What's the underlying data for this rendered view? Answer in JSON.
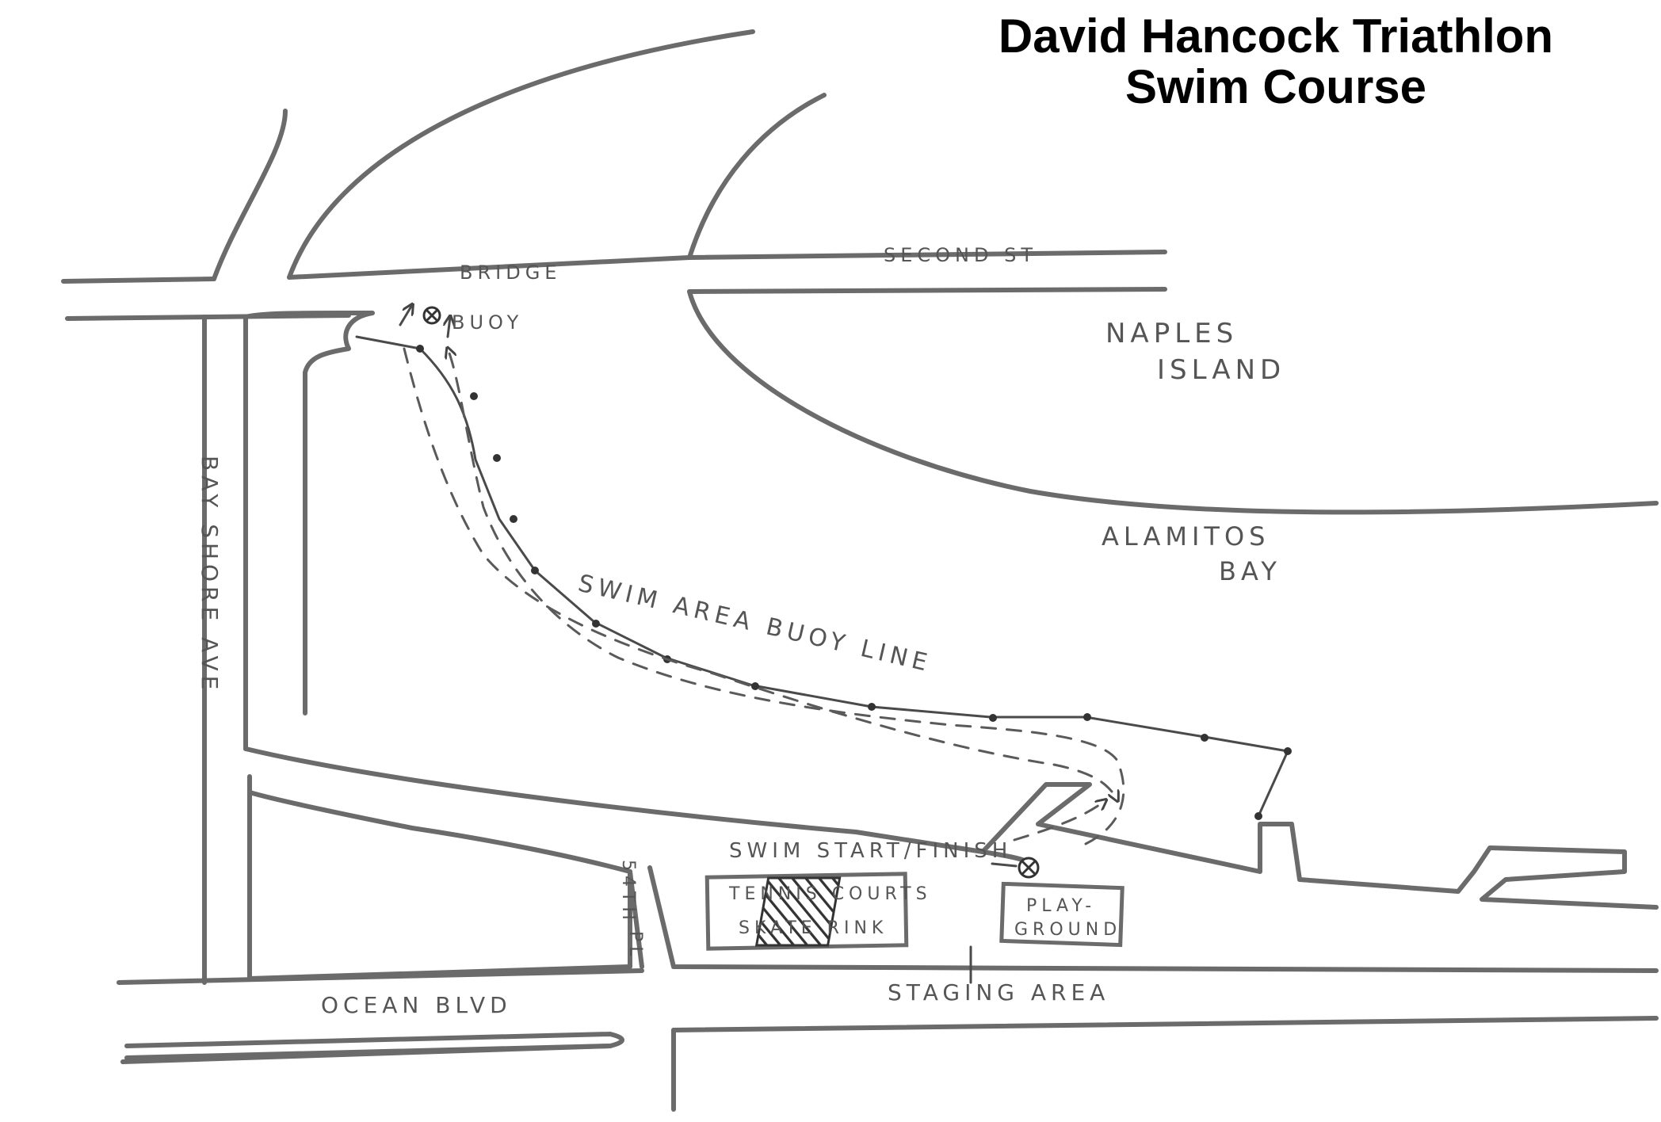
{
  "title": {
    "line1": "David Hancock Triathlon",
    "line2": "Swim Course"
  },
  "labels": {
    "bridge": "BRIDGE",
    "second_st": "SECOND ST",
    "buoy": "BUOY",
    "naples_1": "NAPLES",
    "naples_2": "ISLAND",
    "alamitos_1": "ALAMITOS",
    "alamitos_2": "BAY",
    "bay_shore": "BAY SHORE AVE",
    "swim_area": "SWIM AREA BUOY LINE",
    "swim_start": "SWIM START/FINISH",
    "tennis": "TENNIS COURTS",
    "skate": "SKATE RINK",
    "play_1": "PLAY-",
    "play_2": "GROUND",
    "staging": "STAGING AREA",
    "ocean": "OCEAN BLVD",
    "pl54_1": "54TH",
    "pl54_2": "PL"
  },
  "icons": {
    "buoy_marker": "circled-x-icon",
    "start_marker": "circled-x-icon",
    "staging_marker": "hatched-rectangle",
    "direction_marker": "arrow-icon",
    "buoy_line_marker": "dot-icon"
  }
}
